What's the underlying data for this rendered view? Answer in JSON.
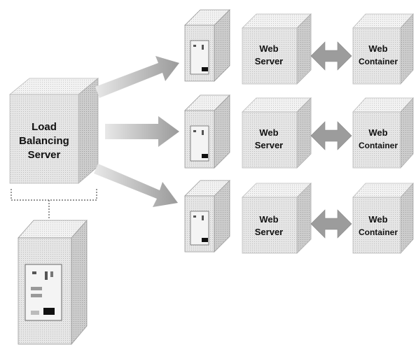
{
  "load_balancer": {
    "line1": "Load",
    "line2": "Balancing",
    "line3": "Server"
  },
  "rows": [
    {
      "web_server": {
        "line1": "Web",
        "line2": "Server"
      },
      "web_container": {
        "line1": "Web",
        "line2": "Container"
      }
    },
    {
      "web_server": {
        "line1": "Web",
        "line2": "Server"
      },
      "web_container": {
        "line1": "Web",
        "line2": "Container"
      }
    },
    {
      "web_server": {
        "line1": "Web",
        "line2": "Server"
      },
      "web_container": {
        "line1": "Web",
        "line2": "Container"
      }
    }
  ],
  "colors": {
    "box_face": "#e2e2e2",
    "box_top": "#f1f1f1",
    "box_side": "#c9c9c9",
    "arrow": "#a9a9a9",
    "text": "#111111"
  }
}
